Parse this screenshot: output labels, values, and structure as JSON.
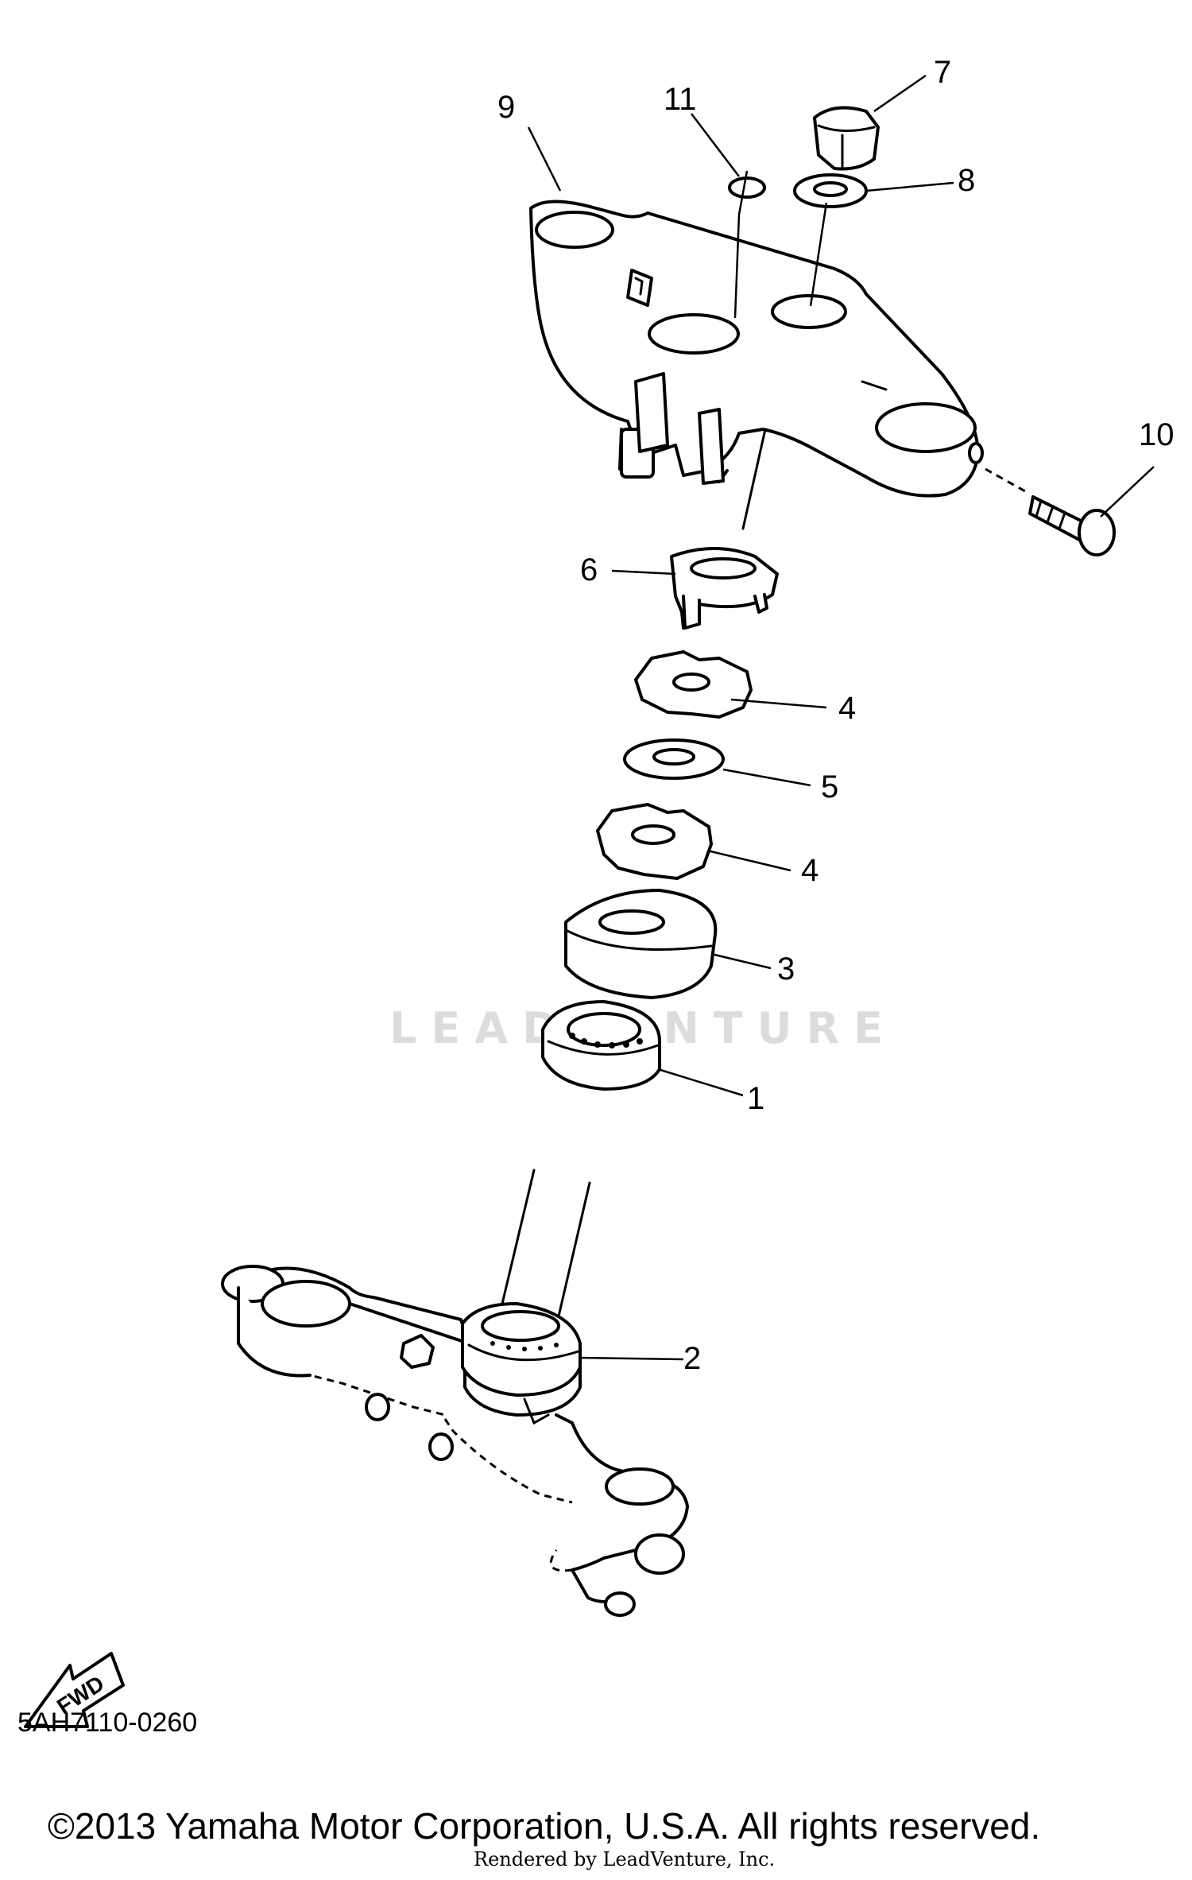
{
  "callouts": {
    "c1": "1",
    "c2": "2",
    "c3": "3",
    "c4a": "4",
    "c4b": "4",
    "c5": "5",
    "c6": "6",
    "c7": "7",
    "c8": "8",
    "c9": "9",
    "c10": "10",
    "c11": "11"
  },
  "fwd_label": "FWD",
  "watermark": "LEADVENTURE",
  "diagram_code": "5AH7110-0260",
  "copyright": "©2013 Yamaha Motor Corporation, U.S.A. All rights reserved.",
  "rendered_by": "Rendered by LeadVenture, Inc."
}
